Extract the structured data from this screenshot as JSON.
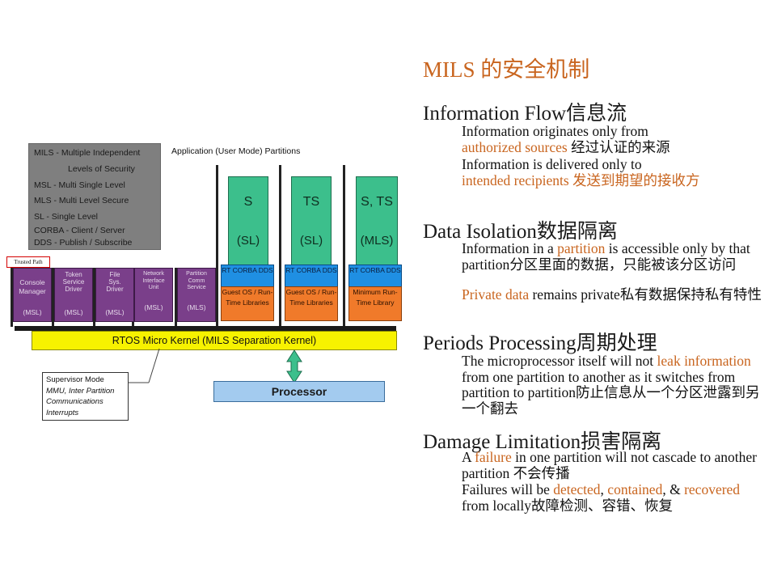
{
  "slide": {
    "title": "MILS 的安全机制",
    "sections": [
      {
        "heading": "Information Flow信息流",
        "p1_a": "Information originates only from",
        "p1_hl": "authorized sources",
        "p1_b": " 经过认证的来源",
        "p2_a": "Information is delivered only to",
        "p2_hl": "intended recipients",
        "p2_b": " 发送到期望的接收方"
      },
      {
        "heading": "Data Isolation数据隔离",
        "p1_a": "Information in a ",
        "p1_hl": "partition",
        "p1_b": " is accessible only by that partition分区里面的数据，只能被该分区访问",
        "p2_hl": "Private data",
        "p2_b": " remains private私有数据保持私有特性"
      },
      {
        "heading": "Periods Processing周期处理",
        "p1_a": "The microprocessor itself will not ",
        "p1_hl": "leak information",
        "p1_b": " from one partition to another as it switches from partition to partition防止信息从一个分区泄露到另一个翻去"
      },
      {
        "heading": "Damage Limitation损害隔离",
        "p1_a": "A ",
        "p1_hl": "failure",
        "p1_b": " in one partition will not cascade to another partition 不会传播",
        "p2_a": "Failures will be ",
        "p2_hl1": "detected",
        "p2_sep1": ", ",
        "p2_hl2": "contained",
        "p2_sep2": ", & ",
        "p2_hl3": "recovered",
        "p2_b": " from locally故障检测、容错、恢复"
      }
    ]
  },
  "diagram": {
    "legend": [
      "MILS -  Multiple Independent",
      "Levels of Security",
      "MSL  -  Multi Single Level",
      "MLS  -  Multi Level Secure",
      "SL    -  Single Level",
      "CORBA  -  Client / Server",
      "DDS     -  Publish / Subscribe"
    ],
    "app_title": "Application (User Mode) Partitions",
    "trusted_path": "Trusted Path",
    "services": [
      {
        "name": "Console Manager",
        "level": "(MSL)"
      },
      {
        "name": "Token Service Driver",
        "level": "(MSL)"
      },
      {
        "name": "File Sys. Driver",
        "level": "(MSL)"
      },
      {
        "name": "Network Interface Unit",
        "level": "(MSL)"
      },
      {
        "name": "Partition Comm Service",
        "level": "(MLS)"
      }
    ],
    "partitions": [
      {
        "classification": "S",
        "level": "(SL)",
        "middleware": "RT CORBA DDS",
        "os": "Guest OS / Run-Time Libraries"
      },
      {
        "classification": "TS",
        "level": "(SL)",
        "middleware": "RT CORBA DDS",
        "os": "Guest OS / Run-Time Libraries"
      },
      {
        "classification": "S, TS",
        "level": "(MLS)",
        "middleware": "RT CORBA DDS",
        "os": "Minimum Run-Time Library"
      }
    ],
    "kernel": "RTOS Micro Kernel (MILS Separation Kernel)",
    "supervisor": {
      "title": "Supervisor Mode",
      "lines": [
        "MMU, Inter Partition",
        "Communications",
        "Interrupts"
      ]
    },
    "processor": "Processor",
    "colors": {
      "accent": "#c9651f",
      "service": "#7a3f8a",
      "partition": "#3cbf8c",
      "corba": "#1f8fe3",
      "guest_os": "#f07a2a",
      "kernel": "#f7f200",
      "processor": "#a3cbef",
      "legend": "#7f7f7f",
      "arrow": "#3cbf8c"
    }
  }
}
